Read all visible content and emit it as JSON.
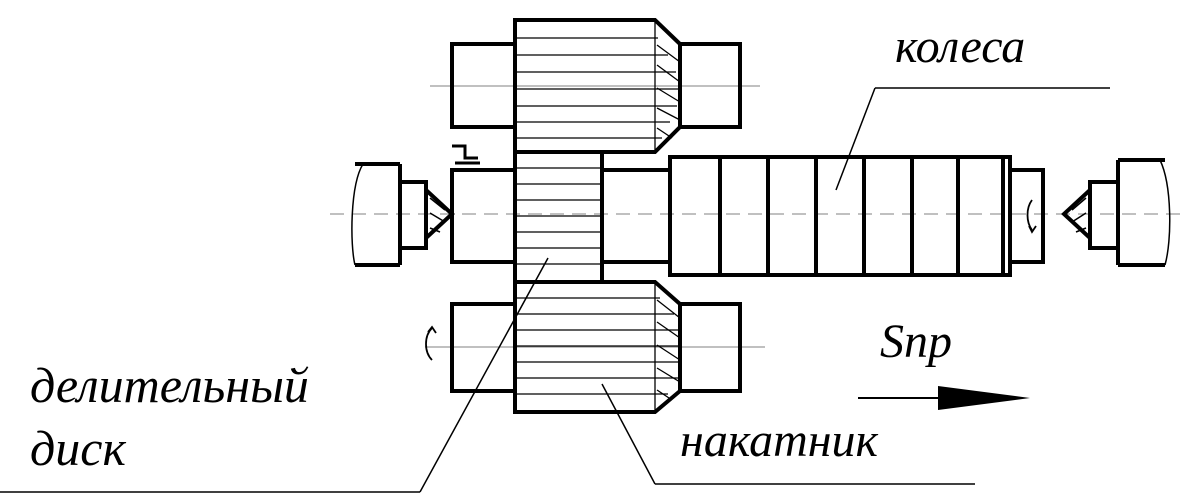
{
  "labels": {
    "wheels": "колеса",
    "feed": "Snp",
    "dividing_disk_line1": "делительный",
    "dividing_disk_line2": "диск",
    "roller": "накатник"
  },
  "colors": {
    "stroke": "#000000",
    "axis": "#9a9a9a",
    "background": "#ffffff"
  }
}
